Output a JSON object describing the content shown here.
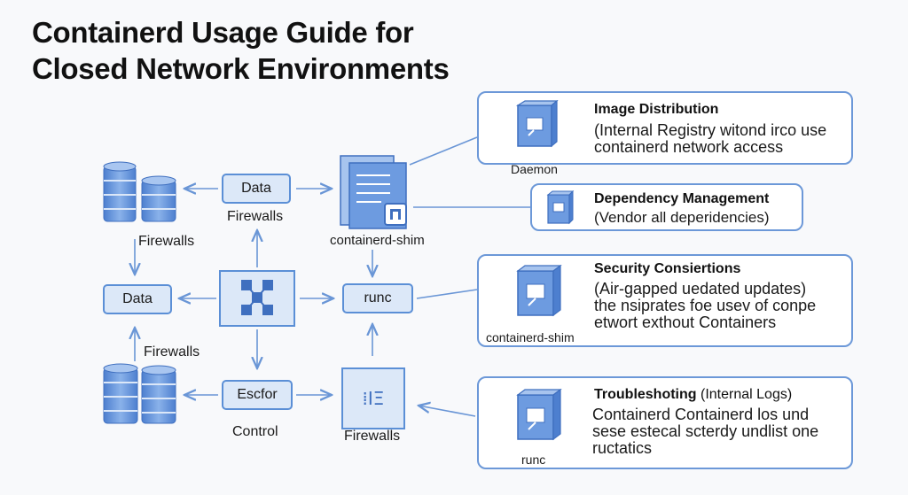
{
  "title": {
    "line1": "Containerd Usage Guide for",
    "line2": "Closed Network Environments"
  },
  "diagram": {
    "box_data_top": "Data",
    "label_firewalls_top": "Firewalls",
    "label_firewalls_left": "Firewalls",
    "box_data_mid": "Data",
    "label_firewalls_lower": "Firewalls",
    "box_escfor": "Escfor",
    "label_control": "Control",
    "label_containerd_shim": "containerd-shim",
    "box_runc": "runc",
    "label_firewalls_bottom": "Firewalls"
  },
  "cards": [
    {
      "title": "Image Distribution",
      "lines": [
        "(Internal Registry witond irco use",
        "containerd network access"
      ],
      "caption": "Daemon"
    },
    {
      "title": "Dependency Management",
      "lines": [
        "(Vendor all deperidencies)"
      ],
      "caption": ""
    },
    {
      "title": "Security Consiertions",
      "lines": [
        "(Air-gapped uedated updates)",
        "the nsiprates foe usev of conpe",
        "etwort exthout Containers"
      ],
      "caption": "containerd-shim"
    },
    {
      "title": "Troubleshoting",
      "title_suffix": "(Internal Logs)",
      "lines": [
        "Containerd Containerd los und",
        "sese estecal scterdy undlist one",
        "ructatics"
      ],
      "caption": "runc"
    }
  ],
  "colors": {
    "accent": "#5b8fd6",
    "box_fill": "#dce8f8",
    "arrow": "#6a96d6",
    "icon_fill": "#6d9be0",
    "icon_dark": "#3f6fbf"
  }
}
